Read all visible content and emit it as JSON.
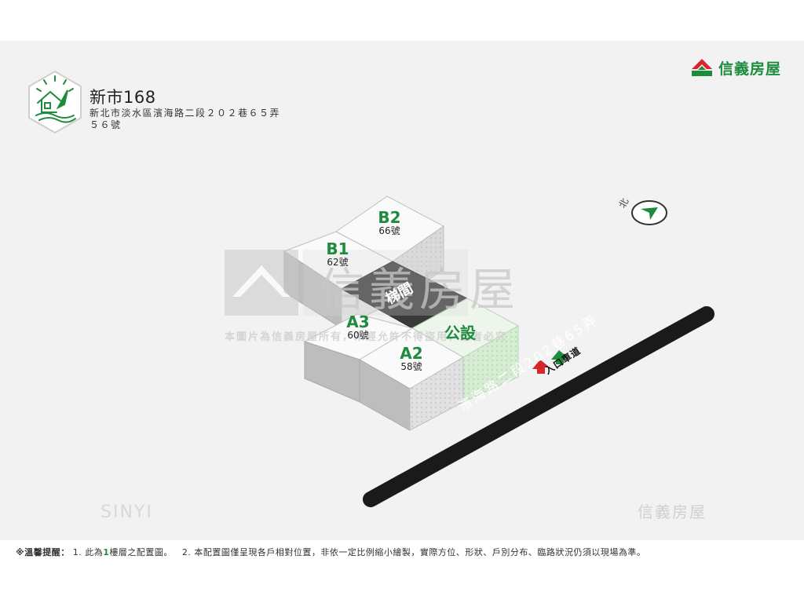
{
  "project": {
    "title": "新市168",
    "address": "新北市淡水區濱海路二段２０２巷６５弄５６號"
  },
  "brand": {
    "name": "信義房屋",
    "color": "#1e8c3e"
  },
  "compass": {
    "label": "北",
    "icon": "north-arrow-icon"
  },
  "units": [
    {
      "code": "B2",
      "number": "66號"
    },
    {
      "code": "B1",
      "number": "62號"
    },
    {
      "code": "A3",
      "number": "60號"
    },
    {
      "code": "A2",
      "number": "58號"
    }
  ],
  "shared_area": "公設",
  "stairwell": "梯間",
  "road": "濱海路二段202巷65弄",
  "entrance": "入口車道",
  "watermark": {
    "wordmark": "信義房屋",
    "notice": "本圖片為信義房屋所有，未經允許不得盜用，違者必究",
    "corner_left": "SINYI",
    "corner_right": "信義房屋"
  },
  "footer": {
    "prefix": "※溫馨提醒：",
    "item1_pre": "1. 此為",
    "item1_highlight": "1",
    "item1_post": "樓層之配置圖。",
    "item2": "2. 本配置圖僅呈現各戶相對位置，非依一定比例縮小繪製，實際方位、形狀、戶別分布、臨路狀況仍須以現場為準。"
  },
  "colors": {
    "accent": "#1e8c3e",
    "brand_red": "#d7262b",
    "road": "#1a1a1a",
    "stair": "#3a3a3a",
    "shared": "#d6ecd3"
  }
}
